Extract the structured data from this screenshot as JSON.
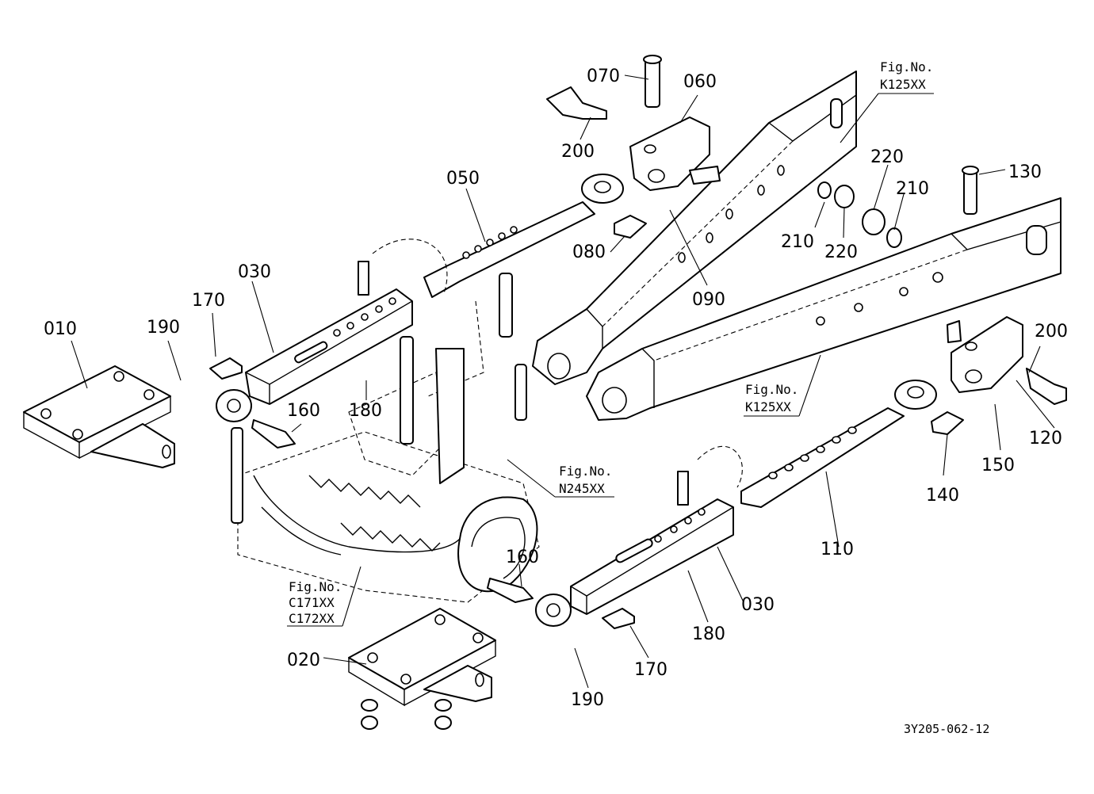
{
  "drawing_code": "3Y205-062-12",
  "parts": [
    {
      "no": "010"
    },
    {
      "no": "020"
    },
    {
      "no": "030"
    },
    {
      "no": "030"
    },
    {
      "no": "050"
    },
    {
      "no": "060"
    },
    {
      "no": "070"
    },
    {
      "no": "080"
    },
    {
      "no": "090"
    },
    {
      "no": "110"
    },
    {
      "no": "120"
    },
    {
      "no": "130"
    },
    {
      "no": "140"
    },
    {
      "no": "150"
    },
    {
      "no": "160"
    },
    {
      "no": "160"
    },
    {
      "no": "170"
    },
    {
      "no": "170"
    },
    {
      "no": "180"
    },
    {
      "no": "180"
    },
    {
      "no": "190"
    },
    {
      "no": "190"
    },
    {
      "no": "200"
    },
    {
      "no": "200"
    },
    {
      "no": "210"
    },
    {
      "no": "210"
    },
    {
      "no": "220"
    },
    {
      "no": "220"
    }
  ],
  "figure_refs": [
    {
      "label": "Fig.No.",
      "codes": [
        "K125XX"
      ]
    },
    {
      "label": "Fig.No.",
      "codes": [
        "K125XX"
      ]
    },
    {
      "label": "Fig.No.",
      "codes": [
        "N245XX"
      ]
    },
    {
      "label": "Fig.No.",
      "codes": [
        "C171XX",
        "C172XX"
      ]
    }
  ]
}
